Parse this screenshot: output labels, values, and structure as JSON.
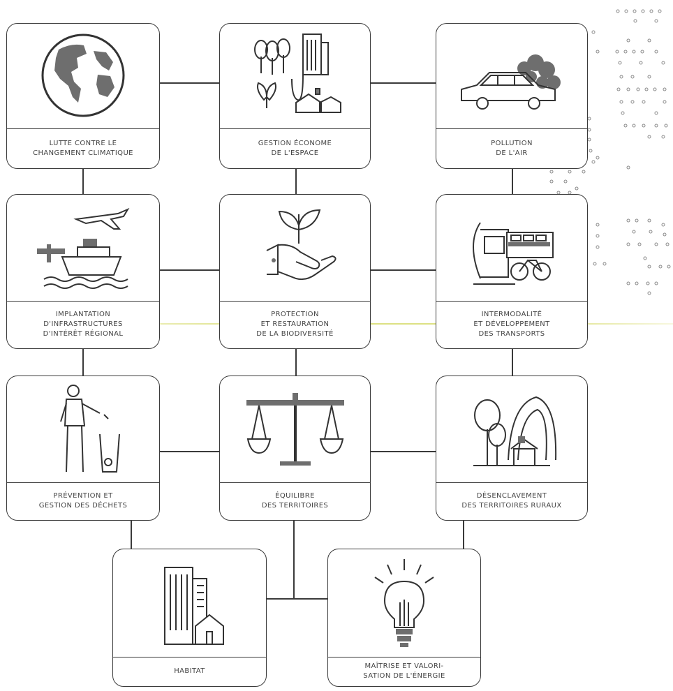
{
  "cards": [
    {
      "label": [
        "LUTTE CONTRE LE",
        "CHANGEMENT CLIMATIQUE"
      ],
      "icon": "globe-icon"
    },
    {
      "label": [
        "GESTION ÉCONOME",
        "DE L'ESPACE"
      ],
      "icon": "trees-city-icon"
    },
    {
      "label": [
        "POLLUTION",
        "DE L'AIR"
      ],
      "icon": "car-smoke-icon"
    },
    {
      "label": [
        "IMPLANTATION",
        "D'INFRASTRUCTURES",
        "D'INTÉRÊT RÉGIONAL"
      ],
      "icon": "plane-ship-icon"
    },
    {
      "label": [
        "PROTECTION",
        "ET RESTAURATION",
        "DE LA BIODIVERSITÉ"
      ],
      "icon": "hand-sprout-icon"
    },
    {
      "label": [
        "INTERMODALITÉ",
        "ET DÉVELOPPEMENT",
        "DES TRANSPORTS"
      ],
      "icon": "train-bus-bike-icon"
    },
    {
      "label": [
        "PRÉVENTION ET",
        "GESTION DES DÉCHETS"
      ],
      "icon": "person-bin-icon"
    },
    {
      "label": [
        "ÉQUILIBRE",
        "DES TERRITOIRES"
      ],
      "icon": "balance-scale-icon"
    },
    {
      "label": [
        "DÉSENCLAVEMENT",
        "DES TERRITOIRES RURAUX"
      ],
      "icon": "rural-road-icon"
    },
    {
      "label": [
        "HABITAT"
      ],
      "icon": "buildings-house-icon"
    },
    {
      "label": [
        "MAÎTRISE ET VALORI-",
        "SATION DE L'ÉNERGIE"
      ],
      "icon": "lightbulb-icon"
    }
  ],
  "colors": {
    "stroke": "#3a3a3a",
    "highlight": "#d7dc6e",
    "fill": "#7a7a7a"
  }
}
